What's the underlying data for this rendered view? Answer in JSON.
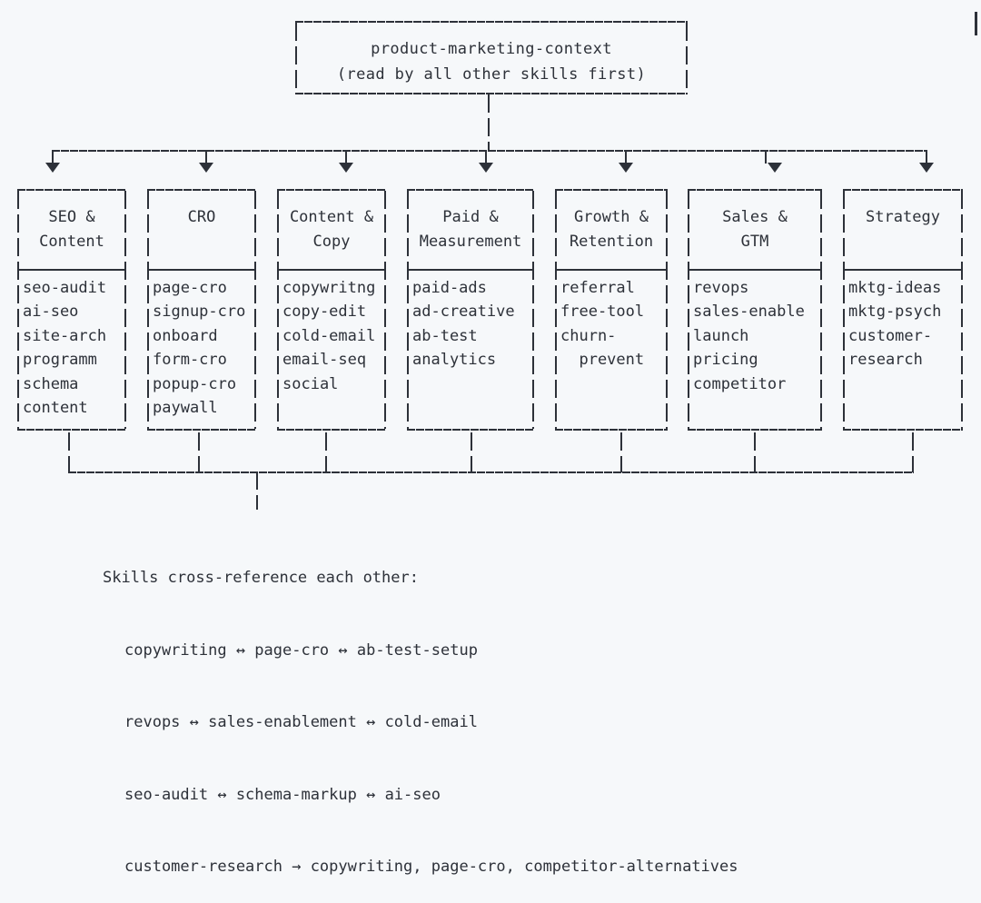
{
  "theme": {
    "background": "#f6f8fa",
    "ink": "#2d3139"
  },
  "diagram": {
    "type": "ascii-architecture-tree",
    "root": {
      "title": "product-marketing-context",
      "subtitle": "(read by all other skills first)"
    },
    "columns": [
      {
        "header_line1": "SEO &",
        "header_line2": "Content",
        "items": [
          "seo-audit",
          "ai-seo",
          "site-arch",
          "programm",
          "schema",
          "content"
        ]
      },
      {
        "header_line1": "CRO",
        "header_line2": "",
        "items": [
          "page-cro",
          "signup-cro",
          "onboard",
          "form-cro",
          "popup-cro",
          "paywall"
        ]
      },
      {
        "header_line1": "Content &",
        "header_line2": "Copy",
        "items": [
          "copywritng",
          "copy-edit",
          "cold-email",
          "email-seq",
          "social",
          ""
        ]
      },
      {
        "header_line1": "Paid &",
        "header_line2": "Measurement",
        "items": [
          "paid-ads",
          "ad-creative",
          "ab-test",
          "analytics",
          "",
          ""
        ]
      },
      {
        "header_line1": "Growth &",
        "header_line2": "Retention",
        "items": [
          "referral",
          "free-tool",
          "churn-",
          "  prevent",
          "",
          ""
        ]
      },
      {
        "header_line1": "Sales &",
        "header_line2": "GTM",
        "items": [
          "revops",
          "sales-enable",
          "launch",
          "pricing",
          "competitor",
          ""
        ]
      },
      {
        "header_line1": "Strategy",
        "header_line2": "",
        "items": [
          "mktg-ideas",
          "mktg-psych",
          "customer-",
          "research",
          "",
          ""
        ]
      }
    ],
    "footer": {
      "heading": "Skills cross-reference each other:",
      "rows": [
        "copywriting ↔ page-cro ↔ ab-test-setup",
        "revops ↔ sales-enablement ↔ cold-email",
        "seo-audit ↔ schema-markup ↔ ai-seo",
        "customer-research → copywriting, page-cro, competitor-alternatives"
      ]
    }
  }
}
